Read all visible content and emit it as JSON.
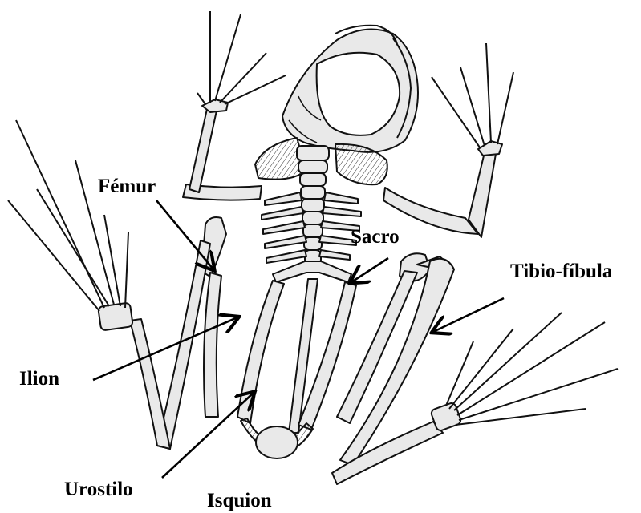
{
  "labels": {
    "femur": "Fémur",
    "sacro": "Sacro",
    "tibio": "Tibio-fíbula",
    "ilion": "Ilion",
    "urostilo": "Urostilo",
    "isquion": "Isquion"
  },
  "colors": {
    "ink": "#111111",
    "bone_shade": "#c9c9c9",
    "background": "#ffffff"
  }
}
